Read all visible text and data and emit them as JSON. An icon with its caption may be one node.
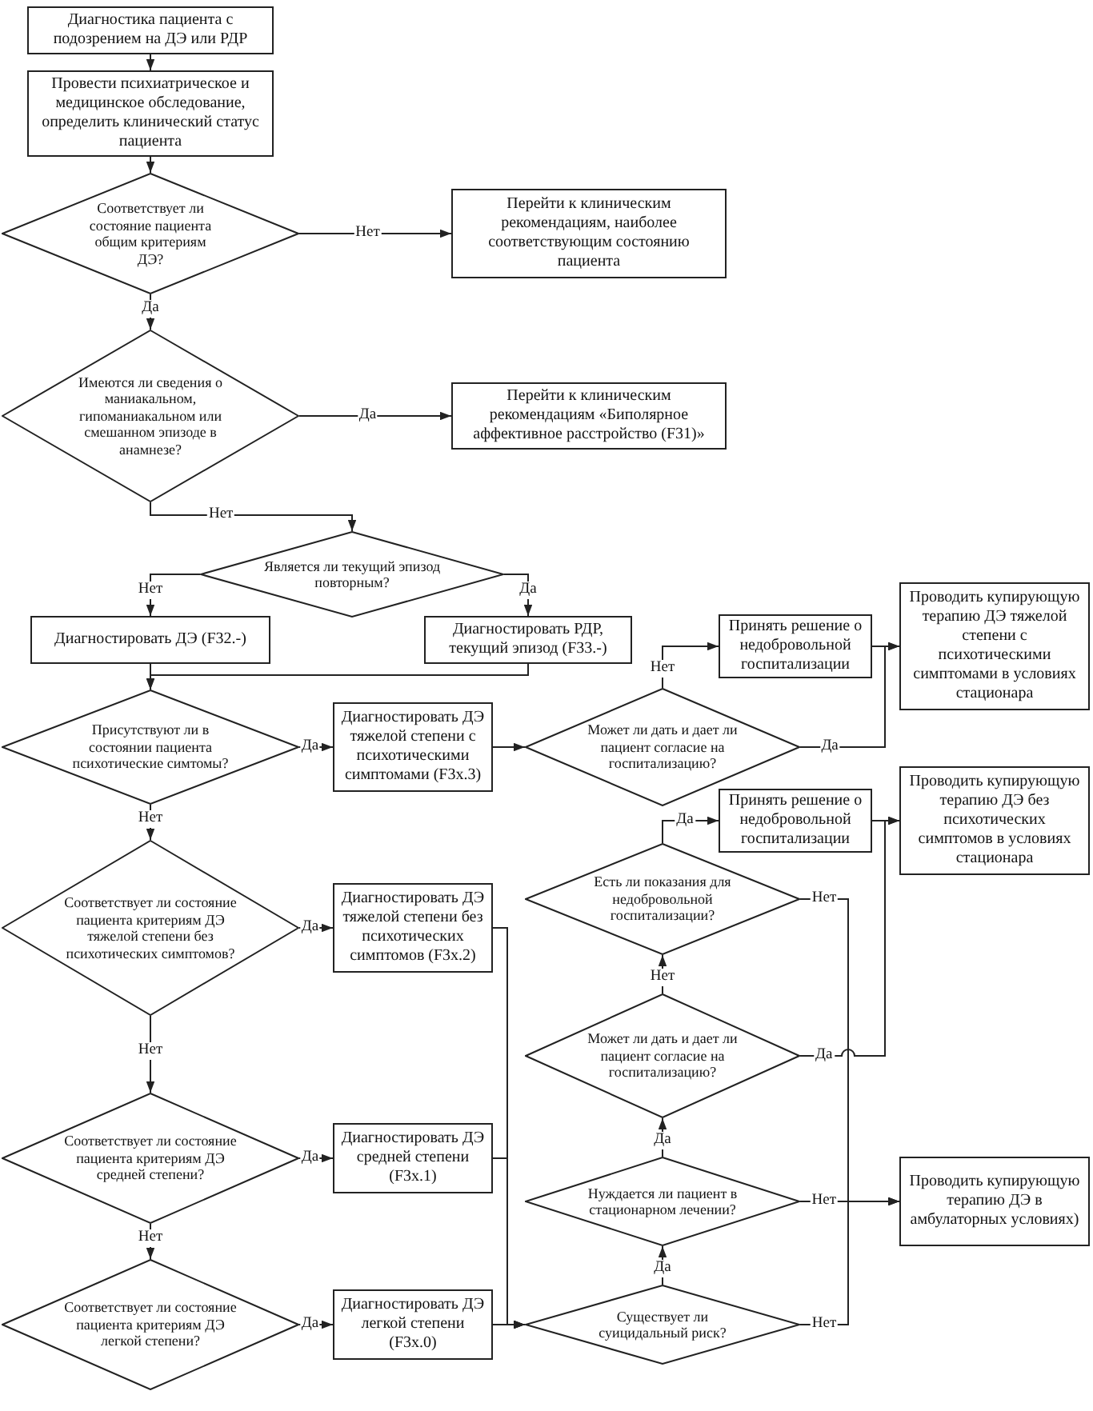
{
  "diagram": {
    "nodes": [
      {
        "text": [
          "Диагностика пациента с подозрением на ДЭ или РДР"
        ]
      },
      {
        "text": [
          "Провести психиатрическое и медицинское обследование, определить клинический статус пациента"
        ]
      },
      {
        "text": [
          "Соответствует ли состояние пациента общим критериям ДЭ?"
        ]
      },
      {
        "text": [
          "Перейти к клиническим рекомендациям, наиболее соответствующим состоянию пациента"
        ]
      },
      {
        "text": [
          "Имеются ли сведения о маниакальном, гипоманиакальном или смешанном эпизоде в анамнезе?"
        ]
      },
      {
        "text": [
          "Перейти к клиническим рекомендациям «Биполярное аффективное расстройство (F31)»"
        ]
      },
      {
        "text": [
          "Является ли текущий эпизод повторным?"
        ]
      },
      {
        "text": [
          "Диагностировать ДЭ (F32.-)"
        ]
      },
      {
        "text": [
          "Диагностировать РДР, текущий эпизод (F33.-)"
        ]
      },
      {
        "text": [
          "Проводить купирующую терапию ДЭ тяжелой степени с психотическими симптомами в условиях стационара"
        ]
      },
      {
        "text": [
          "Принять решение о недобровольной госпитализации"
        ]
      },
      {
        "text": [
          "Присутствуют ли в состоянии пациента психотические симтомы?"
        ]
      },
      {
        "text": [
          "Диагностировать ДЭ тяжелой степени с психотическими симптомами (F3x.3)"
        ]
      },
      {
        "text": [
          "Может ли дать и дает ли пациент согласие на госпитализацию?"
        ]
      },
      {
        "text": [
          "Проводить купирующую терапию ДЭ без психотических симптомов в условиях стационара"
        ]
      },
      {
        "text": [
          "Принять решение о недобровольной госпитализации"
        ]
      },
      {
        "text": [
          "Соответствует ли состояние пациента критериям ДЭ тяжелой степени без психотических симптомов?"
        ]
      },
      {
        "text": [
          "Диагностировать ДЭ тяжелой степени без психотических симптомов (F3x.2)"
        ]
      },
      {
        "text": [
          "Есть ли показания для недобровольной госпитализации?"
        ]
      },
      {
        "text": [
          "Может ли дать и дает ли пациент согласие на госпитализацию?"
        ]
      },
      {
        "text": [
          "Проводить купирующую терапию ДЭ в амбулаторных условиях)"
        ]
      },
      {
        "text": [
          "Нуждается ли пациент в стационарном лечении?"
        ]
      },
      {
        "text": [
          "Соответствует ли состояние пациента критериям ДЭ средней степени?"
        ]
      },
      {
        "text": [
          "Диагностировать ДЭ средней степени (F3x.1)"
        ]
      },
      {
        "text": [
          "Соответствует ли состояние пациента критериям ДЭ легкой степени?"
        ]
      },
      {
        "text": [
          "Диагностировать ДЭ легкой степени (F3x.0)"
        ]
      },
      {
        "text": [
          "Существует ли суицидальный риск?"
        ]
      }
    ],
    "edges": [
      {
        "from": 0,
        "to": 1,
        "arrow": "to"
      },
      {
        "from": 1,
        "to": 2,
        "arrow": "to"
      },
      {
        "from": 2,
        "to": 3,
        "arrow": "to",
        "label": "Нет"
      },
      {
        "from": 2,
        "to": 4,
        "arrow": "to",
        "label": "Да"
      },
      {
        "from": 4,
        "to": 5,
        "arrow": "to",
        "label": "Да"
      },
      {
        "from": 4,
        "to": 6,
        "arrow": "to",
        "label": "Нет"
      },
      {
        "from": 6,
        "to": 7,
        "arrow": "to",
        "label": "Нет"
      },
      {
        "from": 6,
        "to": 8,
        "arrow": "to",
        "label": "Да"
      },
      {
        "from": 7,
        "to": 11,
        "arrow": "to"
      },
      {
        "from": 8,
        "to": 11,
        "arrow": "to"
      },
      {
        "from": 11,
        "to": 12,
        "arrow": "to",
        "label": "Да"
      },
      {
        "from": 12,
        "to": 13,
        "arrow": "to"
      },
      {
        "from": 13,
        "to": 10,
        "arrow": "to",
        "label": "Нет"
      },
      {
        "from": 13,
        "to": 9,
        "arrow": "to",
        "label": "Да"
      },
      {
        "from": 10,
        "to": 9,
        "arrow": "to"
      },
      {
        "from": 11,
        "to": 16,
        "arrow": "to",
        "label": "Нет"
      },
      {
        "from": 16,
        "to": 17,
        "arrow": "to",
        "label": "Да"
      },
      {
        "from": 16,
        "to": 22,
        "arrow": "to",
        "label": "Нет"
      },
      {
        "from": 17,
        "to": 26,
        "arrow": "to"
      },
      {
        "from": 18,
        "to": 15,
        "arrow": "to",
        "label": "Да"
      },
      {
        "from": 15,
        "to": 14,
        "arrow": "to"
      },
      {
        "from": 18,
        "to": 20,
        "arrow": "to",
        "label": "Нет"
      },
      {
        "from": 19,
        "to": 18,
        "arrow": "to",
        "label": "Нет"
      },
      {
        "from": 19,
        "to": 14,
        "arrow": "to",
        "label": "Да"
      },
      {
        "from": 21,
        "to": 19,
        "arrow": "to",
        "label": "Да"
      },
      {
        "from": 21,
        "to": 20,
        "arrow": "to",
        "label": "Нет"
      },
      {
        "from": 22,
        "to": 23,
        "arrow": "to",
        "label": "Да"
      },
      {
        "from": 22,
        "to": 24,
        "arrow": "to",
        "label": "Нет"
      },
      {
        "from": 23,
        "to": 26,
        "arrow": "to"
      },
      {
        "from": 24,
        "to": 25,
        "arrow": "to",
        "label": "Да"
      },
      {
        "from": 25,
        "to": 26,
        "arrow": "to"
      },
      {
        "from": 26,
        "to": 21,
        "arrow": "to",
        "label": "Да"
      },
      {
        "from": 26,
        "to": 20,
        "arrow": "to",
        "label": "Нет"
      }
    ]
  }
}
